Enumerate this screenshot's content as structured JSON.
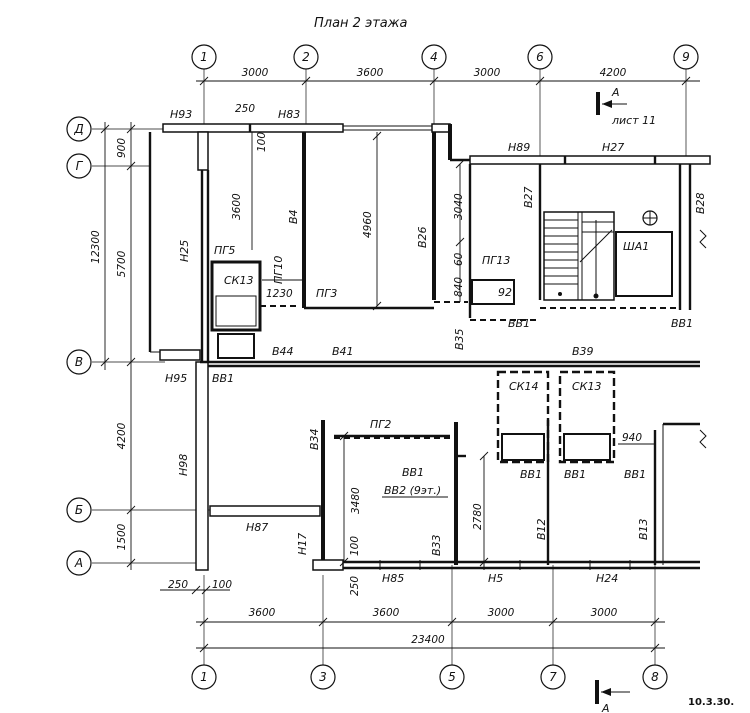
{
  "title": "План 2 этажа",
  "sheet_code": "10.3.30.",
  "section": {
    "letter": "А",
    "sheet_ref": "лист 11"
  },
  "axes_top": [
    "1",
    "2",
    "4",
    "6",
    "9"
  ],
  "axes_bottom": [
    "1",
    "3",
    "5",
    "7",
    "8"
  ],
  "axes_left": [
    "Д",
    "Г",
    "В",
    "Б",
    "А"
  ],
  "dims_top": [
    "3000",
    "3600",
    "3000",
    "4200"
  ],
  "dims_bottom": [
    "3600",
    "3600",
    "3000",
    "3000"
  ],
  "dim_total_bottom": "23400",
  "dims_left_segments": [
    "900",
    "5700",
    "4200",
    "1500"
  ],
  "dim_left_total": "12300",
  "dims_inner": {
    "d250_top": "250",
    "d100_top": "100",
    "d3600_v": "3600",
    "d4960": "4960",
    "d3040": "3040",
    "d60": "60",
    "d840": "840",
    "d1230": "1230",
    "d3480": "3480",
    "d2780": "2780",
    "d940": "940",
    "d100_bot": "100",
    "d250_bot": "250",
    "d250_left": "250",
    "d100_left": "100"
  },
  "elements": {
    "n93": "Н93",
    "n83": "Н83",
    "n89": "Н89",
    "n27": "Н27",
    "n25": "Н25",
    "n95": "Н95",
    "n98": "Н98",
    "n87": "Н87",
    "n17": "Н17",
    "n85": "Н85",
    "n5": "Н5",
    "n24": "Н24",
    "b4": "В4",
    "b26": "В26",
    "b27": "В27",
    "b28": "В28",
    "b35": "В35",
    "b44": "В44",
    "b41": "В41",
    "b39": "В39",
    "b34": "В34",
    "b33": "В33",
    "b12": "В12",
    "b13": "В13",
    "bb1_a": "ВВ1",
    "bb1_b": "ВВ1",
    "bb1_c": "ВВ1",
    "bb1_d": "ВВ1",
    "bb1_e": "ВВ1",
    "bb1_f": "ВВ1",
    "bb1_g": "ВВ1",
    "bb2": "ВВ2 (9эт.)",
    "pg5": "ПГ5",
    "pg10": "ПГ10",
    "pg3": "ПГ3",
    "pg13": "ПГ13",
    "pg2": "ПГ2",
    "sk13_a": "СК13",
    "sk13_b": "СК13",
    "sk14": "СК14",
    "sha1": "ША1",
    "n92": "92"
  }
}
